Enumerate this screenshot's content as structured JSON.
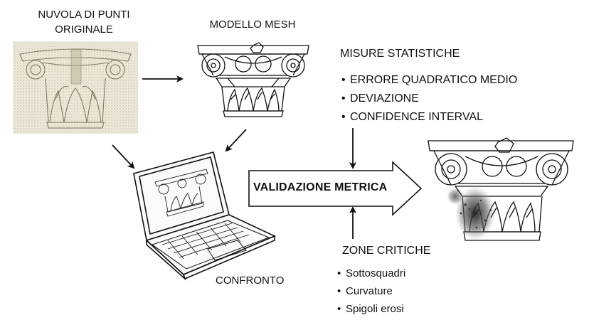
{
  "diagram": {
    "point_cloud": {
      "title_line1": "NUVOLA DI PUNTI",
      "title_line2": "ORIGINALE"
    },
    "mesh": {
      "title": "MODELLO MESH"
    },
    "statistics": {
      "title": "MISURE STATISTICHE",
      "items": [
        "ERRORE QUADRATICO MEDIO",
        "DEVIAZIONE",
        "CONFIDENCE INTERVAL"
      ]
    },
    "validation": {
      "label": "VALIDAZIONE METRICA"
    },
    "critical_zones": {
      "title": "ZONE CRITICHE",
      "items": [
        "Sottosquadri",
        "Curvature",
        "Spigoli erosi"
      ]
    },
    "comparison": {
      "label": "CONFRONTO"
    }
  },
  "colors": {
    "ink": "#111111",
    "point_cloud_bg": "#ede8d6",
    "point_cloud_ink": "#6b6650",
    "deviation_dark": "#2a2a2a"
  }
}
